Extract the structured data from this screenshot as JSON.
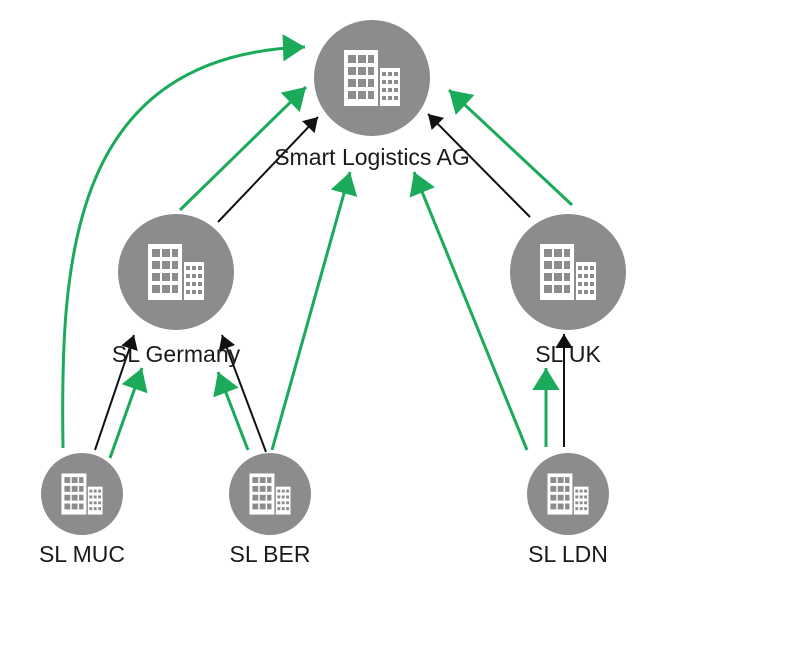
{
  "colors": {
    "node_fill": "#8c8c8e",
    "icon_fill": "#ffffff",
    "green_edge": "#1aaa5a",
    "black_edge": "#111111",
    "text": "#1a1a1a"
  },
  "nodes": {
    "ag": {
      "label": "Smart Logistics AG",
      "icon": "building-icon"
    },
    "germany": {
      "label": "SL Germany",
      "icon": "building-icon"
    },
    "uk": {
      "label": "SL UK",
      "icon": "building-icon"
    },
    "muc": {
      "label": "SL MUC",
      "icon": "building-icon"
    },
    "ber": {
      "label": "SL BER",
      "icon": "building-icon"
    },
    "ldn": {
      "label": "SL LDN",
      "icon": "building-icon"
    }
  },
  "edges": [
    {
      "from": "muc",
      "to": "ag",
      "color": "green"
    },
    {
      "from": "germany",
      "to": "ag",
      "color": "green"
    },
    {
      "from": "germany",
      "to": "ag",
      "color": "black"
    },
    {
      "from": "ber",
      "to": "ag",
      "color": "green"
    },
    {
      "from": "ldn",
      "to": "ag",
      "color": "green"
    },
    {
      "from": "uk",
      "to": "ag",
      "color": "black"
    },
    {
      "from": "uk",
      "to": "ag",
      "color": "green"
    },
    {
      "from": "muc",
      "to": "germany",
      "color": "black"
    },
    {
      "from": "muc",
      "to": "germany",
      "color": "green"
    },
    {
      "from": "ber",
      "to": "germany",
      "color": "green"
    },
    {
      "from": "ber",
      "to": "germany",
      "color": "black"
    },
    {
      "from": "ldn",
      "to": "uk",
      "color": "green"
    },
    {
      "from": "ldn",
      "to": "uk",
      "color": "black"
    }
  ]
}
